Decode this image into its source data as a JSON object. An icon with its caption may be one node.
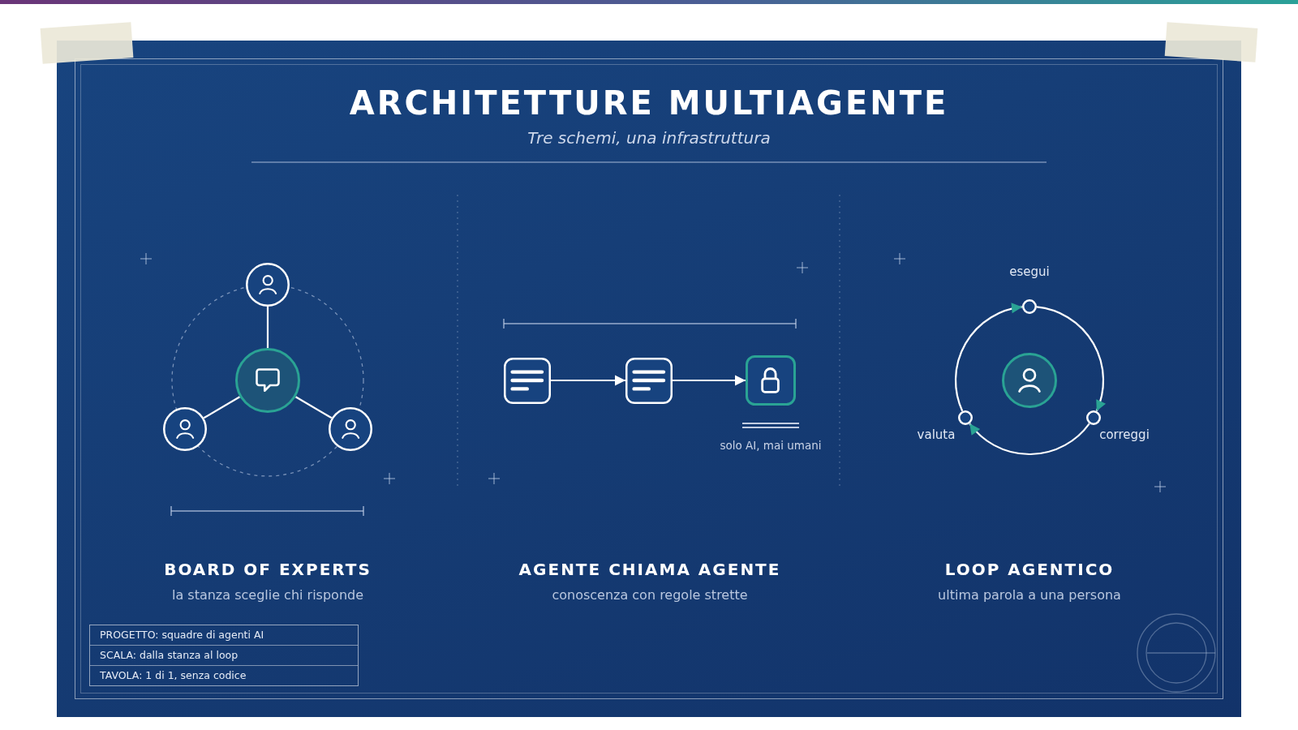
{
  "diagram": {
    "title": "ARCHITETTURE MULTIAGENTE",
    "nodes": [
      {
        "text": [],
        "shape": "circle"
      },
      {
        "text": [],
        "shape": "circle"
      },
      {
        "text": [],
        "shape": "circle"
      },
      {
        "text": [],
        "shape": "circle"
      },
      {
        "text": [],
        "shape": "box"
      },
      {
        "text": [],
        "shape": "box"
      },
      {
        "text": [],
        "shape": "box",
        "beside": [
          "solo AI, mai umani"
        ]
      },
      {
        "text": [],
        "shape": "circle",
        "beside": [
          "esegui"
        ]
      },
      {
        "text": [],
        "shape": "circle"
      },
      {
        "text": [],
        "shape": "circle",
        "beside": [
          "valuta"
        ]
      },
      {
        "text": [],
        "shape": "circle",
        "beside": [
          "correggi"
        ]
      }
    ],
    "edges": [
      {
        "from": 1,
        "to": 0,
        "arrow": "none"
      },
      {
        "from": 1,
        "to": 2,
        "arrow": "none"
      },
      {
        "from": 1,
        "to": 3,
        "arrow": "none"
      },
      {
        "from": 4,
        "to": 5,
        "arrow": "to"
      },
      {
        "from": 5,
        "to": 6,
        "arrow": "to"
      },
      {
        "from": 7,
        "to": 10,
        "arrow": "to"
      },
      {
        "from": 10,
        "to": 9,
        "arrow": "to"
      },
      {
        "from": 9,
        "to": 7,
        "arrow": "to"
      }
    ],
    "labels": [
      "Tre schemi, una infrastruttura",
      "BOARD OF EXPERTS",
      "la stanza sceglie chi risponde",
      "AGENTE CHIAMA AGENTE",
      "conoscenza con regole strette",
      "LOOP AGENTICO",
      "ultima parola a una persona",
      "PROGETTO: squadre di agenti AI",
      "SCALA: dalla stanza al loop",
      "TAVOLA: 1 di 1, senza codice"
    ]
  }
}
